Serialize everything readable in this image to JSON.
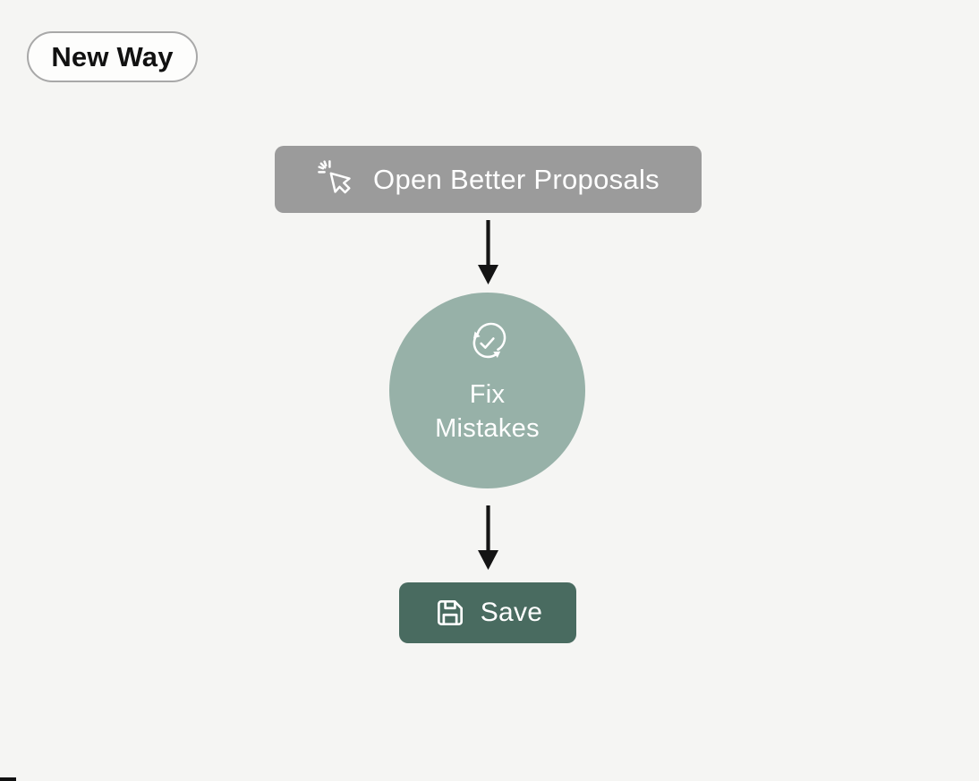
{
  "badge": {
    "label": "New Way"
  },
  "diagram": {
    "step_open": {
      "label": "Open Better Proposals",
      "icon": "cursor-click-icon"
    },
    "step_fix": {
      "line1": "Fix",
      "line2": "Mistakes",
      "icon": "sync-check-icon"
    },
    "step_save": {
      "label": "Save",
      "icon": "floppy-disk-icon"
    }
  },
  "colors": {
    "background": "#f5f5f3",
    "open_button_bg": "#9b9b9b",
    "fix_circle_bg": "#97b1a8",
    "save_button_bg": "#496b60",
    "arrow": "#141414",
    "badge_bg": "#fdfdfc",
    "badge_border": "#a8a8a8",
    "badge_text": "#111111",
    "text_on_dark": "#ffffff"
  }
}
